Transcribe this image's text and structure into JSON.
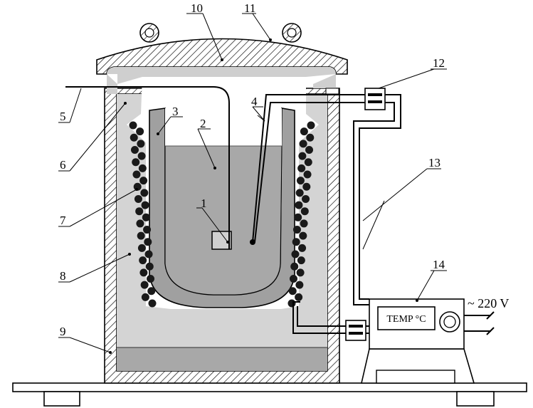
{
  "diagram": {
    "controller": {
      "display_text": "TEMP °C"
    },
    "power": {
      "voltage_label": "~ 220 V"
    },
    "callouts": [
      {
        "id": "1",
        "text": "1"
      },
      {
        "id": "2",
        "text": "2"
      },
      {
        "id": "3",
        "text": "3"
      },
      {
        "id": "4",
        "text": "4"
      },
      {
        "id": "5",
        "text": "5"
      },
      {
        "id": "6",
        "text": "6"
      },
      {
        "id": "7",
        "text": "7"
      },
      {
        "id": "8",
        "text": "8"
      },
      {
        "id": "9",
        "text": "9"
      },
      {
        "id": "10",
        "text": "10"
      },
      {
        "id": "11",
        "text": "11"
      },
      {
        "id": "12",
        "text": "12"
      },
      {
        "id": "13",
        "text": "13"
      },
      {
        "id": "14",
        "text": "14"
      }
    ]
  }
}
